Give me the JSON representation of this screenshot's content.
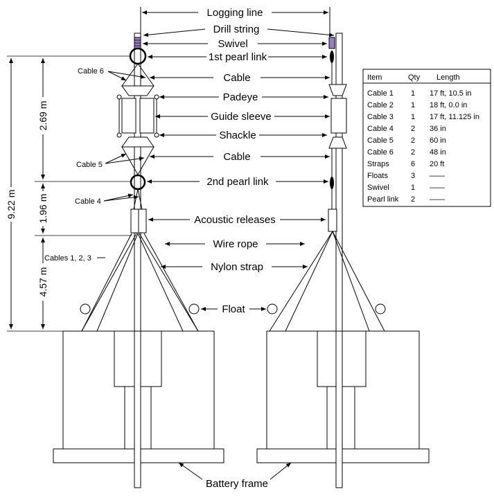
{
  "labels": {
    "logging_line": "Logging line",
    "drill_string": "Drill string",
    "swivel": "Swivel",
    "first_pearl_link": "1st pearl link",
    "cable_top": "Cable",
    "padeye": "Padeye",
    "guide_sleeve": "Guide sleeve",
    "shackle": "Shackle",
    "cable_bottom": "Cable",
    "second_pearl_link": "2nd pearl link",
    "acoustic_releases": "Acoustic releases",
    "wire_rope": "Wire rope",
    "nylon_strap": "Nylon strap",
    "float": "Float",
    "battery_frame": "Battery frame",
    "cable_6": "Cable 6",
    "cable_5": "Cable 5",
    "cable_4": "Cable 4",
    "cables_123": "Cables 1, 2, 3"
  },
  "dimensions": {
    "total": "9.22 m",
    "upper": "2.69 m",
    "middle": "1.96 m",
    "lower": "4.57 m"
  },
  "parts_table": {
    "headers": [
      "Item",
      "Qty",
      "Length"
    ],
    "rows": [
      [
        "Cable 1",
        "1",
        "17 ft, 10.5 in"
      ],
      [
        "Cable 2",
        "1",
        "18 ft, 0.0 in"
      ],
      [
        "Cable 3",
        "1",
        "17 ft, 11.125 in"
      ],
      [
        "Cable 4",
        "2",
        "36 in"
      ],
      [
        "Cable 5",
        "2",
        "60 in"
      ],
      [
        "Cable 6",
        "2",
        "48 in"
      ],
      [
        "Straps",
        "6",
        "20 ft"
      ],
      [
        "Floats",
        "3",
        "——"
      ],
      [
        "Swivel",
        "1",
        "——"
      ],
      [
        "Pearl link",
        "2",
        "——"
      ]
    ]
  }
}
